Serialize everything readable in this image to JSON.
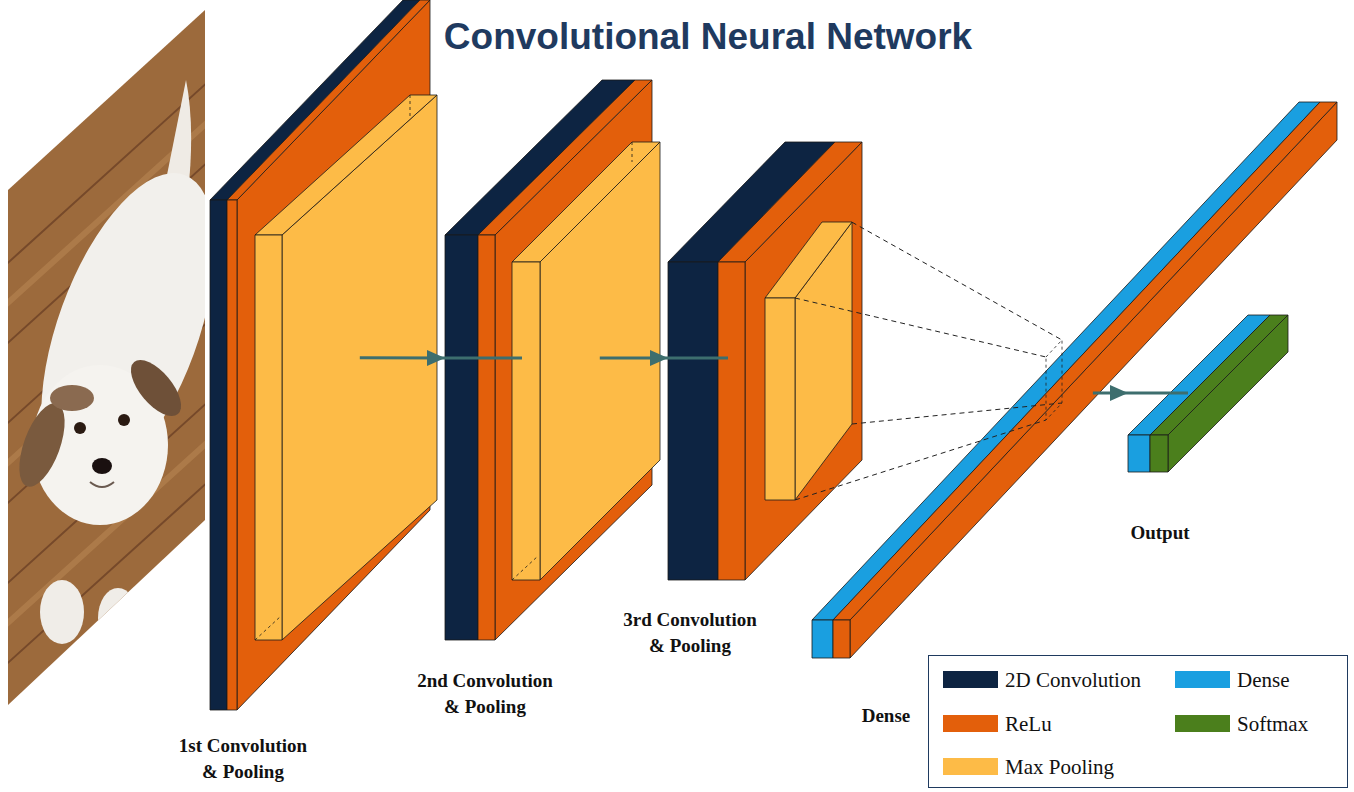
{
  "diagram": {
    "title": "Convolutional Neural Network",
    "nodes": [
      {
        "text": [
          "1st Convolution & Pooling"
        ]
      },
      {
        "text": [
          "2nd Convolution & Pooling"
        ]
      },
      {
        "text": [
          "3rd Convolution & Pooling"
        ]
      },
      {
        "text": [
          "Dense"
        ]
      },
      {
        "text": [
          "Output"
        ]
      }
    ],
    "edges": [
      {
        "from": 0,
        "to": 1,
        "arrow": "to"
      },
      {
        "from": 1,
        "to": 2,
        "arrow": "to"
      },
      {
        "from": 2,
        "to": 3,
        "arrow": "none"
      },
      {
        "from": 3,
        "to": 4,
        "arrow": "to"
      }
    ],
    "legend": [
      {
        "text": "2D Convolution",
        "color": "#0d2442"
      },
      {
        "text": "Dense",
        "color": "#1a9fe0"
      },
      {
        "text": "ReLu",
        "color": "#e35f0b"
      },
      {
        "text": "Softmax",
        "color": "#4b7f1c"
      },
      {
        "text": "Max Pooling",
        "color": "#fdbb47"
      }
    ]
  }
}
